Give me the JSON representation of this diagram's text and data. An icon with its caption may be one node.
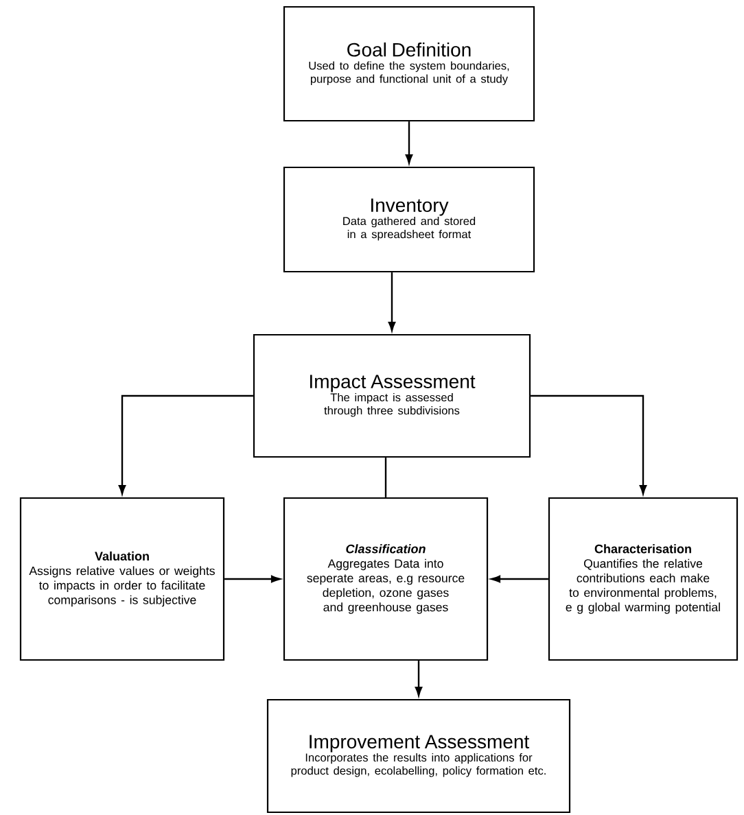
{
  "diagram": {
    "nodes": [
      {
        "text": [
          "Goal Definition",
          "Used to define the system boundaries, purpose and functional unit of a study"
        ]
      },
      {
        "text": [
          "Inventory",
          "Data gathered and stored in a spreadsheet format"
        ]
      },
      {
        "text": [
          "Impact Assessment",
          "The impact is assessed through three subdivisions"
        ]
      },
      {
        "text": [
          "Valuation",
          "Assigns relative values or weights to impacts in order to facilitate comparisons - is subjective"
        ]
      },
      {
        "text": [
          "Classification",
          "Aggregates Data into seperate areas, e.g resource depletion, ozone gases and greenhouse gases"
        ]
      },
      {
        "text": [
          "Characterisation",
          "Quantifies the relative contributions each make to environmental problems, e g  global warming potential"
        ]
      },
      {
        "text": [
          "Improvement Assessment",
          "Incorporates the results into applications for product design, ecolabelling, policy formation etc."
        ]
      }
    ],
    "edges": [
      {
        "from": 0,
        "to": 1,
        "arrow": "to"
      },
      {
        "from": 1,
        "to": 2,
        "arrow": "to"
      },
      {
        "from": 2,
        "to": 3,
        "arrow": "to"
      },
      {
        "from": 2,
        "to": 4,
        "arrow": "none"
      },
      {
        "from": 2,
        "to": 5,
        "arrow": "to"
      },
      {
        "from": 3,
        "to": 4,
        "arrow": "to"
      },
      {
        "from": 5,
        "to": 4,
        "arrow": "to"
      },
      {
        "from": 4,
        "to": 6,
        "arrow": "to"
      }
    ]
  }
}
